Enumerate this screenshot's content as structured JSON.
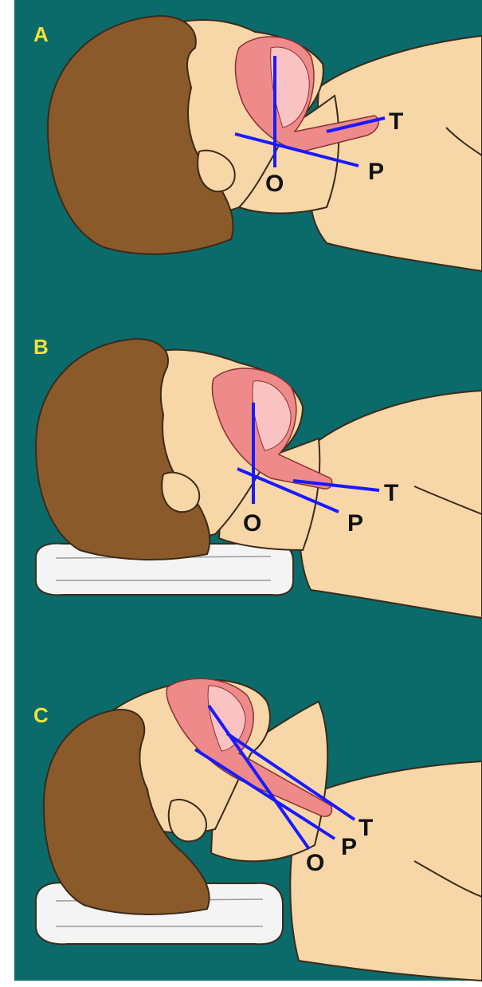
{
  "panels": [
    {
      "label": "A",
      "axes": {
        "o": "O",
        "p": "P",
        "t": "T"
      }
    },
    {
      "label": "B",
      "axes": {
        "o": "O",
        "p": "P",
        "t": "T"
      }
    },
    {
      "label": "C",
      "axes": {
        "o": "O",
        "p": "P",
        "t": "T"
      }
    }
  ],
  "colors": {
    "background": "#0b6a6a",
    "hair": "#8b5a2b",
    "skin": "#f7d7a8",
    "airway": "#ef8a8a",
    "axis_line": "#1a1aff",
    "pillow": "#f4f4f4",
    "panel_label": "#f2e23a"
  },
  "icons": [
    "head-illustration",
    "pillow-illustration",
    "airway-axis-lines"
  ]
}
